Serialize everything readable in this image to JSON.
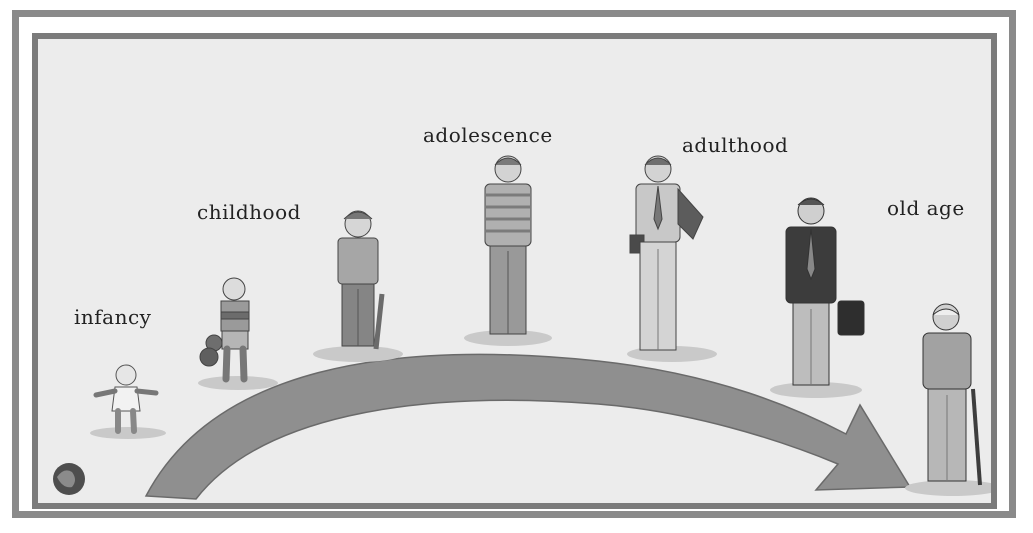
{
  "title": "",
  "stages": [
    {
      "id": "infancy",
      "label": "infancy"
    },
    {
      "id": "childhood",
      "label": "childhood"
    },
    {
      "id": "adolescence",
      "label": "adolescence"
    },
    {
      "id": "adulthood",
      "label": "adulthood"
    },
    {
      "id": "old-age",
      "label": "old age"
    }
  ],
  "colors": {
    "background": "#ececec",
    "frame": "#7b7b7b",
    "arrow": "#8f8f8f",
    "shadow": "#c9c9c9"
  },
  "figures": [
    {
      "name": "baby-figure",
      "stage": "infancy"
    },
    {
      "name": "child-figure",
      "stage": "childhood"
    },
    {
      "name": "older-child-figure",
      "stage": "childhood"
    },
    {
      "name": "teen-figure",
      "stage": "adolescence"
    },
    {
      "name": "young-adult-figure",
      "stage": "adulthood"
    },
    {
      "name": "adult-figure",
      "stage": "adulthood"
    },
    {
      "name": "elderly-figure",
      "stage": "old-age"
    }
  ]
}
